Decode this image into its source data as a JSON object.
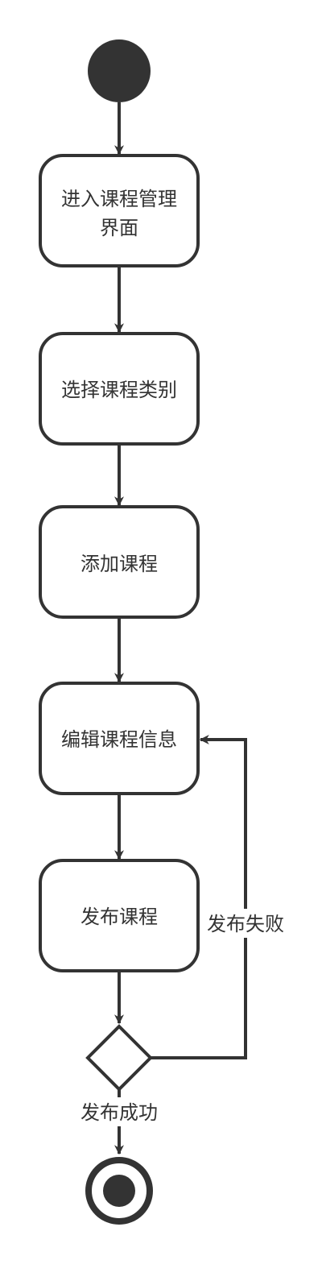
{
  "diagram": {
    "nodes": {
      "enter_management": {
        "line1": "进入课程管理",
        "line2": "界面"
      },
      "select_category": {
        "label": "选择课程类别"
      },
      "add_course": {
        "label": "添加课程"
      },
      "edit_info": {
        "label": "编辑课程信息"
      },
      "publish": {
        "label": "发布课程"
      }
    },
    "edges": {
      "publish_failed": "发布失败",
      "publish_success": "发布成功"
    },
    "colors": {
      "stroke": "#333333",
      "fill": "#ffffff",
      "text": "#333333"
    }
  }
}
